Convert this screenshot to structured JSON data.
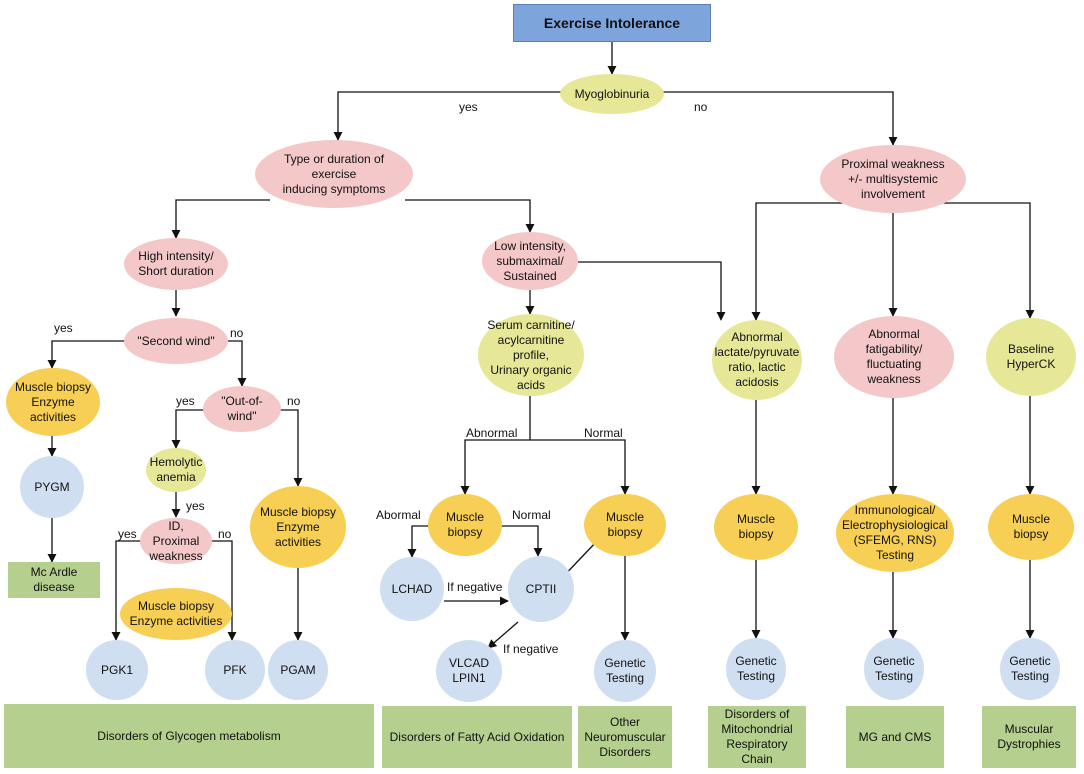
{
  "diagram": {
    "nodes": {
      "root": "Exercise Intolerance",
      "myoglobinuria": "Myoglobinuria",
      "type_duration": "Type or duration of exercise\ninducing symptoms",
      "proximal_weakness": "Proximal weakness\n+/- multisystemic\ninvolvement",
      "high_intensity": "High intensity/\nShort duration",
      "low_intensity": "Low intensity,\nsubmaximal/\nSustained",
      "second_wind": "\"Second wind\"",
      "biopsy_enzyme_1": "Muscle biopsy\nEnzyme activities",
      "out_of_wind": "\"Out-of-wind\"",
      "hemolytic_anemia": "Hemolytic\nanemia",
      "id_proximal": "ID, Proximal\nweakness",
      "biopsy_enzyme_2": "Muscle biopsy\nEnzyme activities",
      "biopsy_enzyme_3": "Muscle biopsy\nEnzyme activities",
      "pygm": "PYGM",
      "mcardle": "Mc Ardle disease",
      "pgk1": "PGK1",
      "pfk": "PFK",
      "pgam": "PGAM",
      "serum_carnitine": "Serum carnitine/\nacylcarnitine profile,\nUrinary organic\nacids",
      "biopsy_abnormal": "Muscle biopsy",
      "biopsy_normal": "Muscle biopsy",
      "lchad": "LCHAD",
      "cptii": "CPTII",
      "vlcad": "VLCAD\nLPIN1",
      "genetic_1": "Genetic\nTesting",
      "abnormal_lactate": "Abnormal\nlactate/pyruvate\nratio, lactic\nacidosis",
      "biopsy_mito": "Muscle biopsy",
      "genetic_2": "Genetic\nTesting",
      "abnormal_fatigability": "Abnormal fatigability/\nfluctuating weakness",
      "immuno": "Immunological/\nElectrophysiological\n(SFEMG, RNS)\nTesting",
      "genetic_3": "Genetic\nTesting",
      "baseline_hyperck": "Baseline\nHyperCK",
      "biopsy_dystro": "Muscle biopsy",
      "genetic_4": "Genetic\nTesting"
    },
    "categories": {
      "glycogen": "Disorders of Glycogen metabolism",
      "fatty_acid": "Disorders of Fatty Acid Oxidation",
      "other_neuro": "Other\nNeuromuscular\nDisorders",
      "mito": "Disorders of\nMitochondrial\nRespiratory Chain",
      "mg_cms": "MG and CMS",
      "dystrophies": "Muscular\nDystrophies"
    },
    "edge_labels": {
      "myo_yes": "yes",
      "myo_no": "no",
      "sw_yes": "yes",
      "sw_no": "no",
      "ow_yes": "yes",
      "ow_no": "no",
      "ha_yes": "yes",
      "id_yes": "yes",
      "id_no": "no",
      "sc_abnormal": "Abnormal",
      "sc_normal": "Normal",
      "mb_abormal": "Abormal",
      "mb_normal": "Normal",
      "if_negative_1": "If negative",
      "if_negative_2": "If negative"
    }
  },
  "colors": {
    "root": "#7ea4dc",
    "decision_pink": "#f4c8c8",
    "test_light_yellow": "#e6e897",
    "procedure_dark_yellow": "#f7cf55",
    "gene_blue": "#cfdff1",
    "category_green": "#b5d08e"
  }
}
